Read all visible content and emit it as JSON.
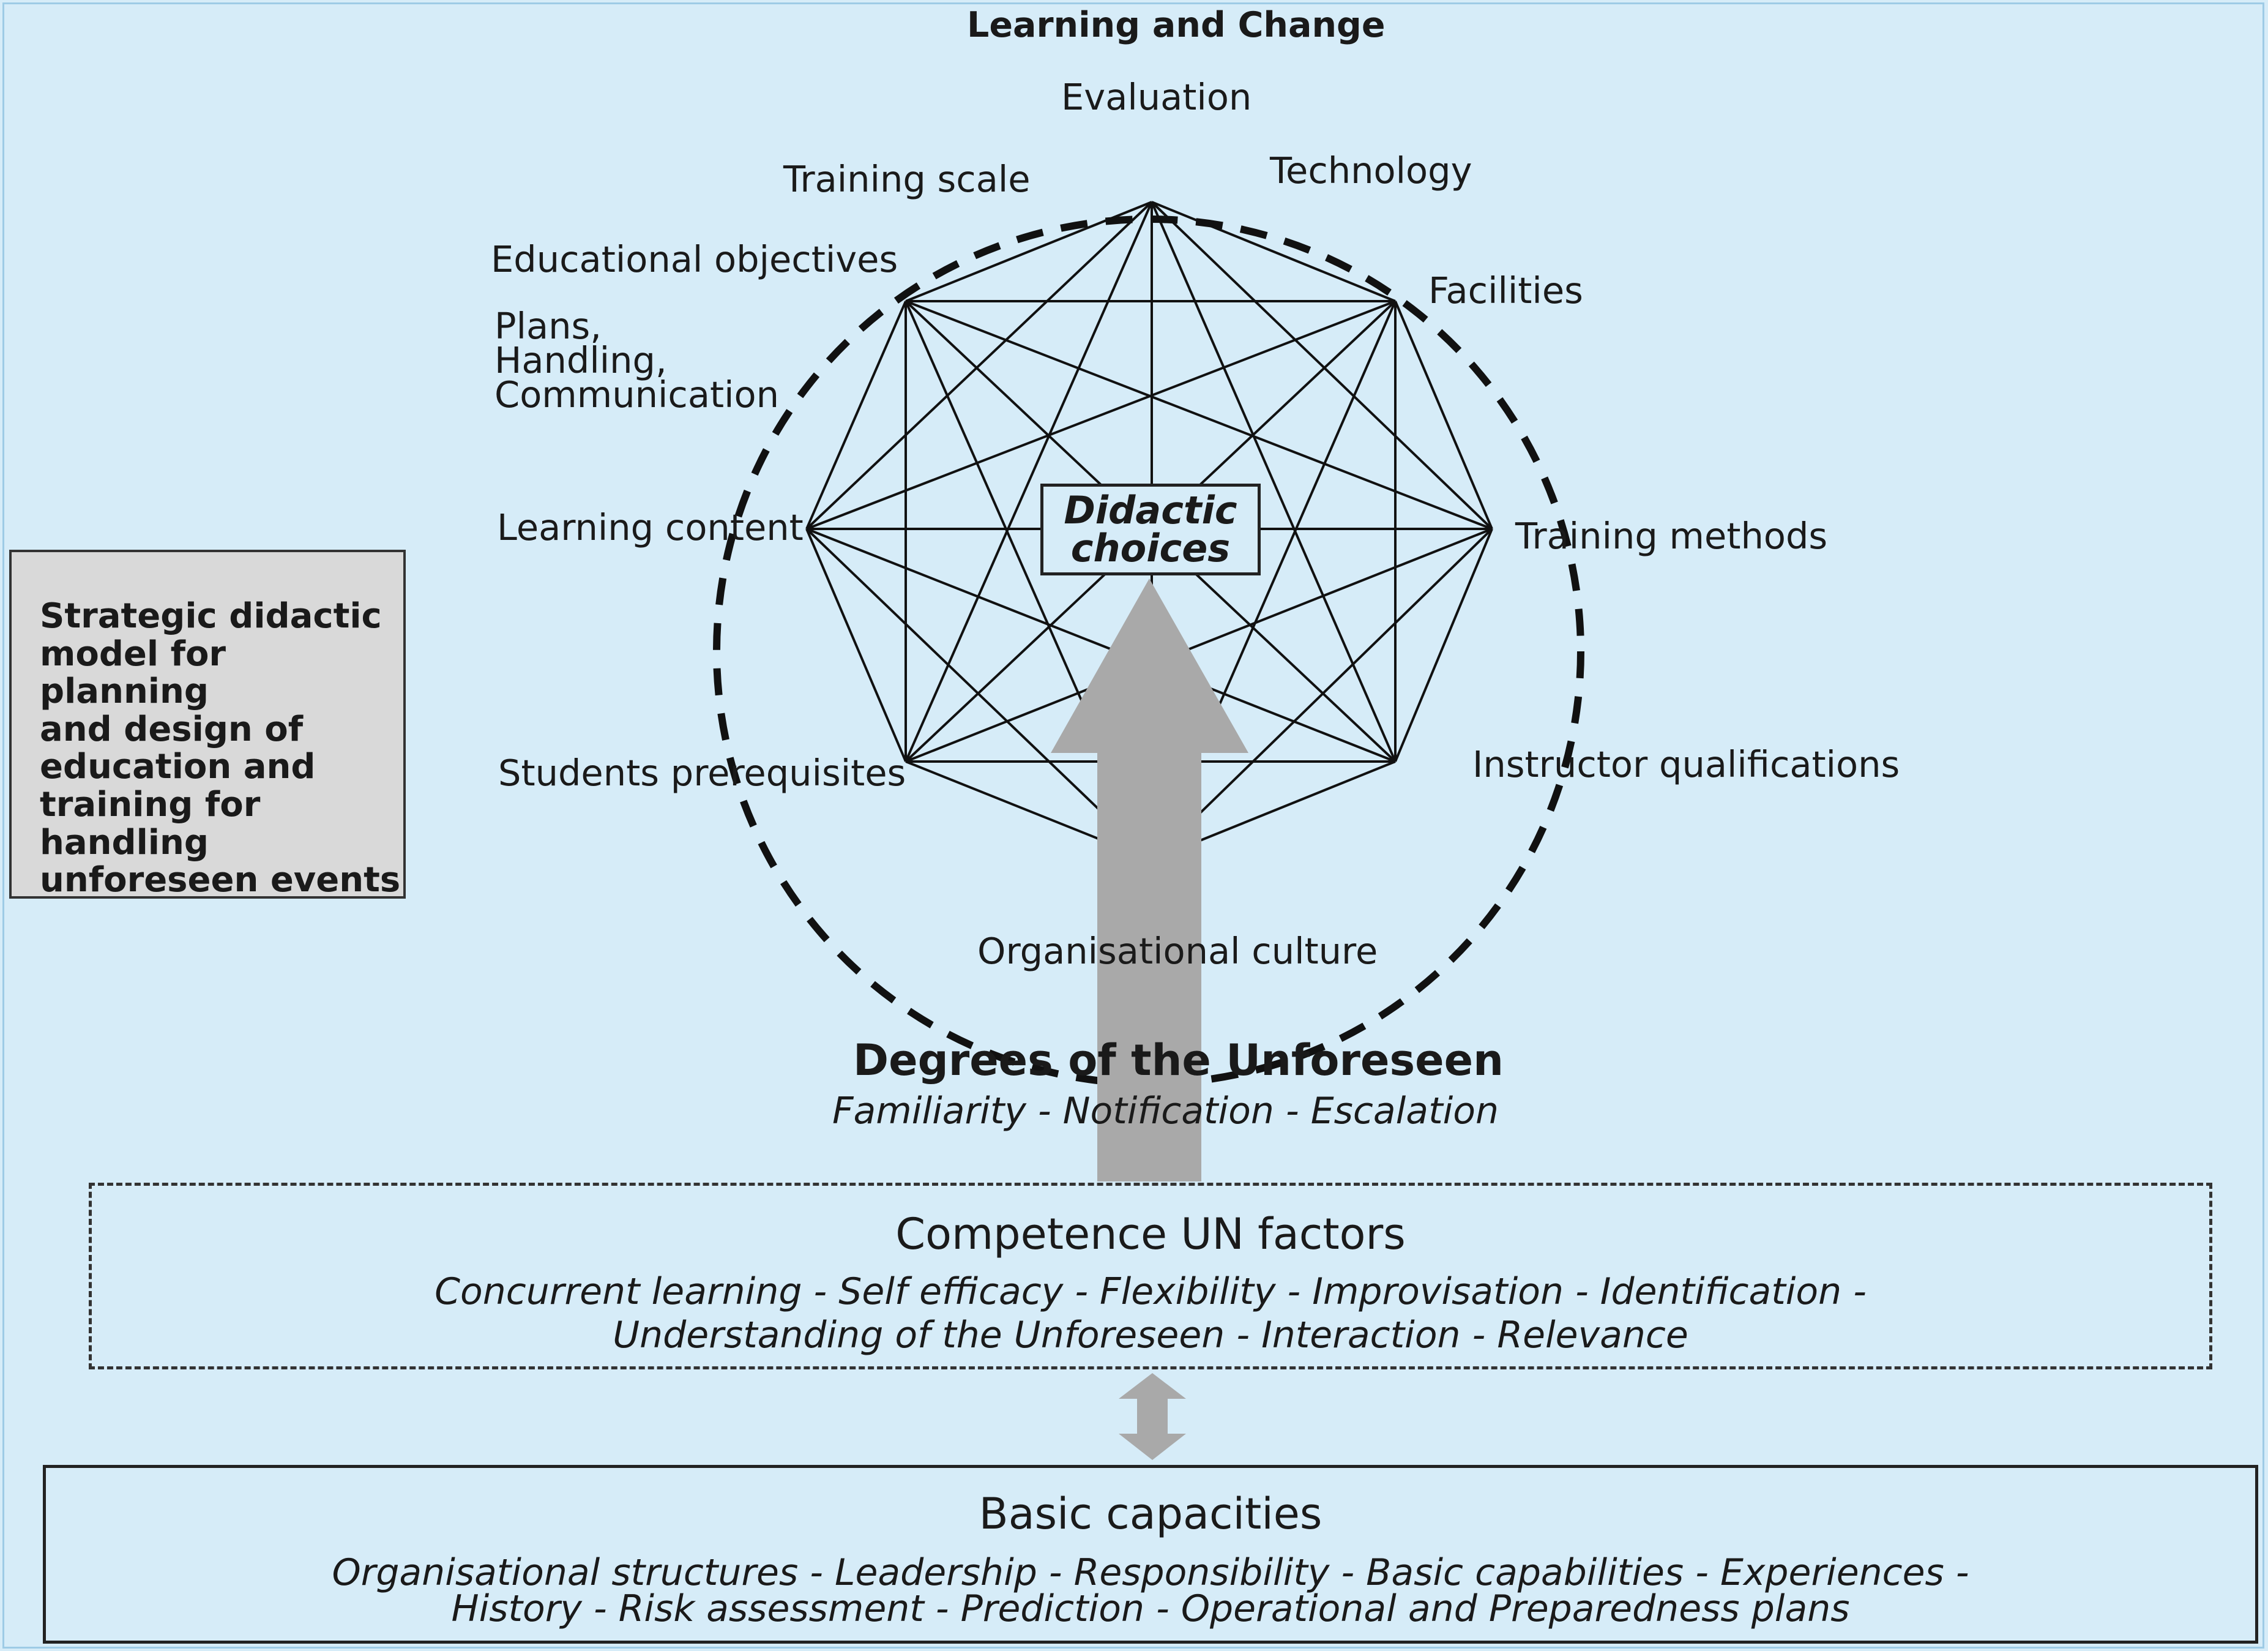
{
  "diagram": {
    "title": "Learning and Change",
    "center_label": {
      "line1": "Didactic",
      "line2": "choices"
    },
    "factors": {
      "evaluation": "Evaluation",
      "technology": "Technology",
      "training_scale": "Training scale",
      "educational_objectives": "Educational objectives",
      "facilities": "Facilities",
      "plans": "Plans,\nHandling,\nCommunication",
      "learning_content": "Learning content",
      "training_methods": "Training methods",
      "students_prerequisites": "Students prerequisites",
      "instructor_qualifications": "Instructor qualifications",
      "organisational_culture": "Organisational culture"
    },
    "side_note": "Strategic didactic\nmodel for planning\nand design of\neducation and\ntraining for handling\nunforeseen events",
    "degrees": {
      "title": "Degrees of the Unforeseen",
      "subtitle": "Familiarity - Notification - Escalation"
    },
    "competence": {
      "title": "Competence UN factors",
      "line1": "Concurrent learning - Self efficacy - Flexibility - Improvisation - Identification -",
      "line2": "Understanding of the Unforeseen - Interaction - Relevance"
    },
    "basic": {
      "title": "Basic capacities",
      "line1": "Organisational structures - Leadership - Responsibility - Basic capabilities - Experiences -",
      "line2": "History - Risk assessment - Prediction - Operational and Preparedness plans"
    }
  }
}
